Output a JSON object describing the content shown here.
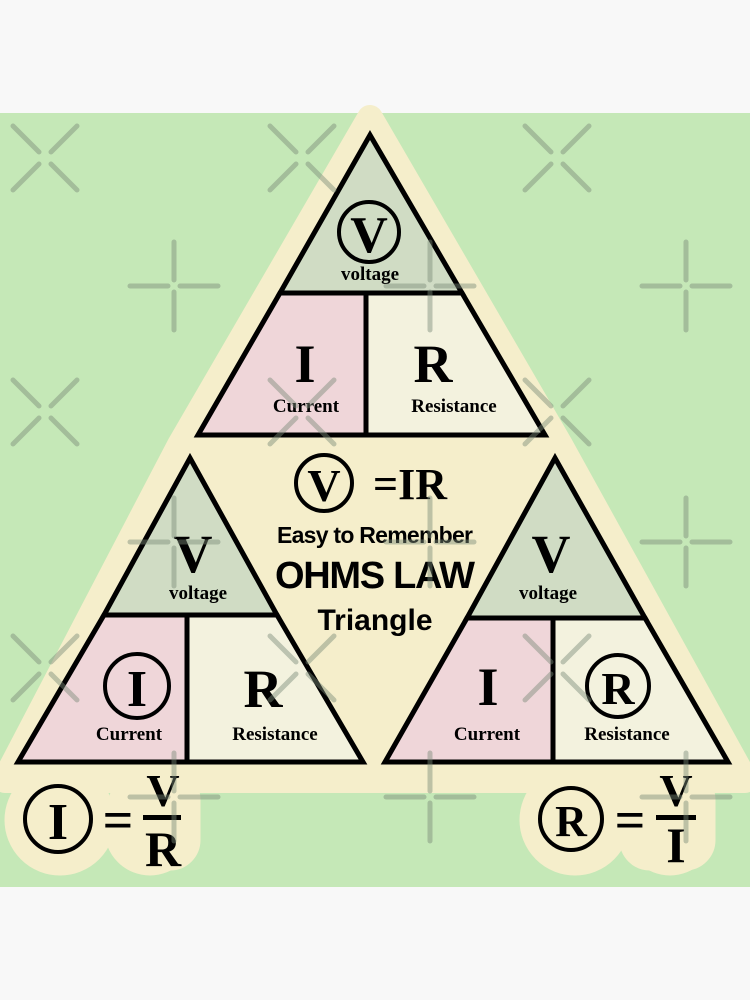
{
  "colors": {
    "background": "#c5e8b7",
    "sticker": "#f5eecb",
    "voltage_fill": "#d0dcc4",
    "current_fill": "#efd6d9",
    "resistance_fill": "#f3f2de"
  },
  "top": {
    "symbol": "V",
    "voltage": "voltage",
    "current_symbol": "I",
    "current": "Current",
    "resistance_symbol": "R",
    "resistance": "Resistance"
  },
  "center": {
    "formula_symbol": "V",
    "formula_rest": "=IR",
    "line1": "Easy to Remember",
    "line2": "OHMS LAW",
    "line3": "Triangle"
  },
  "left": {
    "voltage_symbol": "V",
    "voltage": "voltage",
    "current_symbol": "I",
    "current": "Current",
    "resistance_symbol": "R",
    "resistance": "Resistance",
    "formula": {
      "symbol": "I",
      "equals": "=",
      "numerator": "V",
      "denominator": "R"
    }
  },
  "right": {
    "voltage_symbol": "V",
    "voltage": "voltage",
    "current_symbol": "I",
    "current": "Current",
    "resistance_symbol": "R",
    "resistance": "Resistance",
    "formula": {
      "symbol": "R",
      "equals": "=",
      "numerator": "V",
      "denominator": "I"
    }
  }
}
